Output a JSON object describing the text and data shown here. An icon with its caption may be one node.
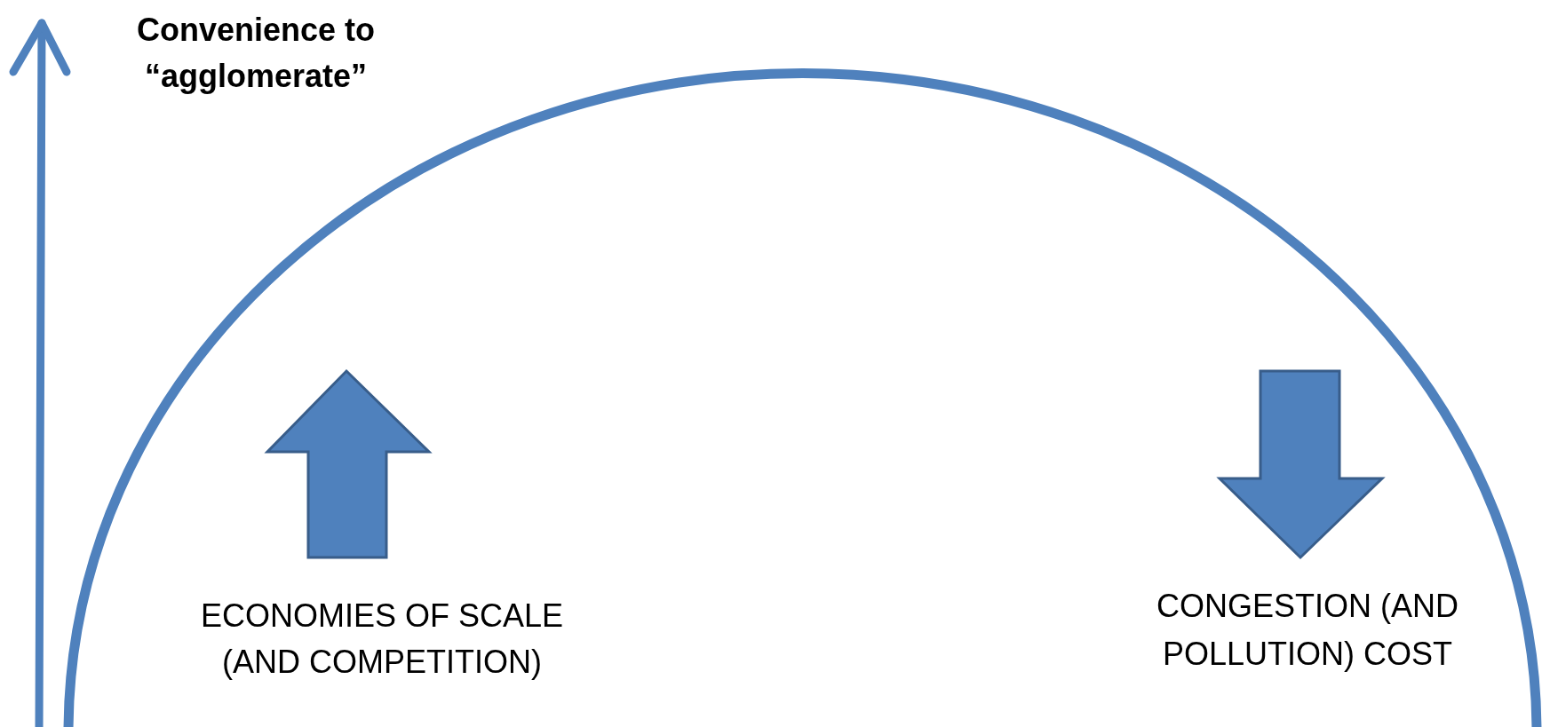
{
  "diagram": {
    "labels": [
      "Convenience to “agglomerate”",
      "ECONOMIES OF SCALE (AND COMPETITION)",
      "CONGESTION (AND POLLUTION) COST"
    ]
  }
}
